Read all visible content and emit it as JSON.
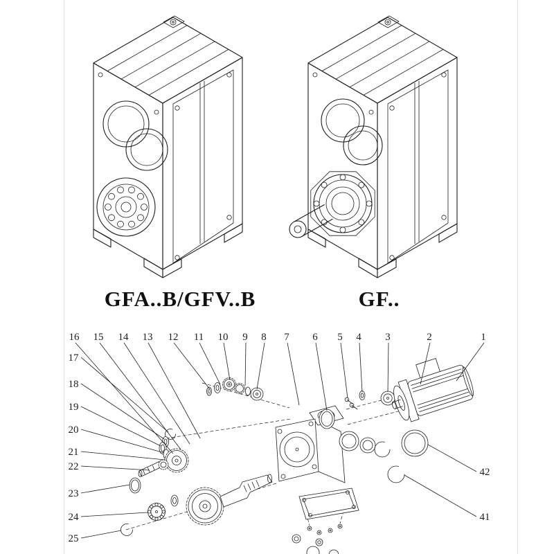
{
  "page": {
    "background": "#ffffff",
    "ink_color": "#1d1d1d"
  },
  "figures": [
    {
      "label": "GFA..B/GFV..B"
    },
    {
      "label": "GF.."
    }
  ],
  "exploded": {
    "callouts": {
      "top": [
        "16",
        "15",
        "14",
        "13",
        "12",
        "11",
        "10",
        "9",
        "8",
        "7",
        "6",
        "5",
        "4",
        "3",
        "2",
        "1"
      ],
      "left": [
        "17",
        "18",
        "19",
        "20",
        "21",
        "22",
        "23",
        "24",
        "25"
      ],
      "right": [
        "42",
        "41"
      ]
    }
  }
}
